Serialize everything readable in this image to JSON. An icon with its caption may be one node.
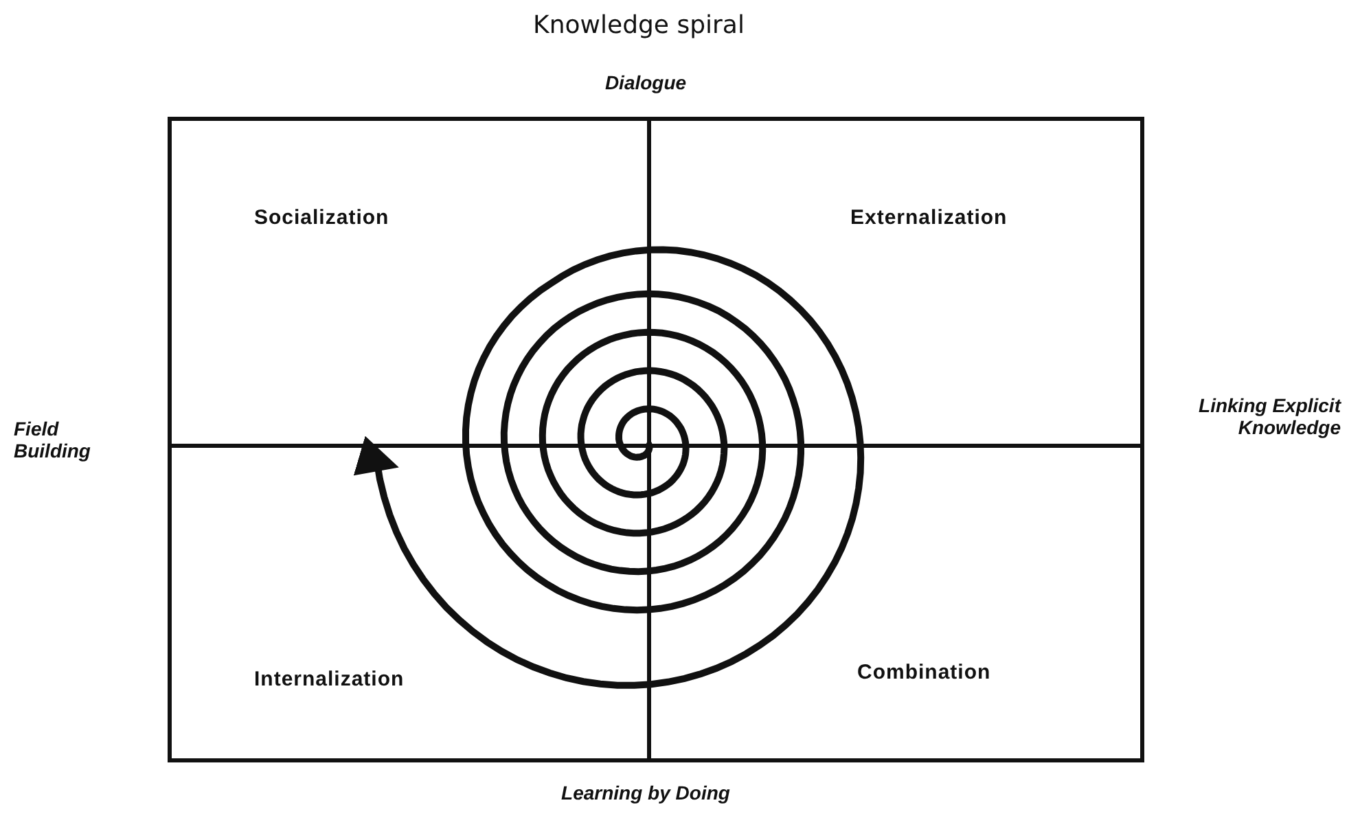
{
  "diagram": {
    "title": "Knowledge spiral",
    "nodes": [
      {
        "text": [
          "Socialization"
        ]
      },
      {
        "text": [
          "Externalization"
        ]
      },
      {
        "text": [
          "Internalization"
        ]
      },
      {
        "text": [
          "Combination"
        ]
      }
    ],
    "labels": [
      "Dialogue",
      "Field Building",
      "Linking Explicit Knowledge",
      "Learning by Doing"
    ]
  }
}
